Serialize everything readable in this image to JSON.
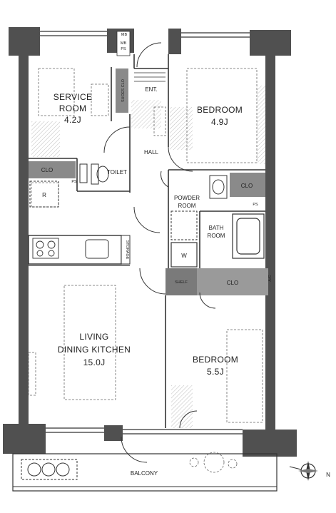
{
  "floorplan": {
    "rooms": {
      "service_room": {
        "line1": "SERVICE",
        "line2": "ROOM",
        "size": "4.2J"
      },
      "bedroom_north": {
        "name": "BEDROOM",
        "size": "4.9J"
      },
      "ldk": {
        "line1": "LIVING",
        "line2": "DINING KITCHEN",
        "size": "15.0J"
      },
      "bedroom_south": {
        "name": "BEDROOM",
        "size": "5.5J"
      },
      "powder_room": {
        "line1": "POWDER",
        "line2": "ROOM"
      },
      "bath_room": {
        "line1": "BATH",
        "line2": "ROOM"
      },
      "toilet": "TOILET",
      "hall": "HALL",
      "entrance": "ENT.",
      "balcony": "BALCONY"
    },
    "storage": {
      "clo_service": "CLO",
      "clo_bedroom_north": "CLO",
      "clo_bath": "CLO",
      "shoes_clo": "SHOES CLO",
      "shelf": "SHELF"
    },
    "fixtures": {
      "refrigerator": "R",
      "washer": "W",
      "ps_entry": "PS",
      "mb_entry": "MB",
      "ps_toilet": "PS",
      "ps_bedroom": "PS",
      "meter_box": "MB",
      "kitchen_storage": "STORAGE",
      "ac_unit": "A/C"
    },
    "compass": {
      "north": "N"
    }
  }
}
